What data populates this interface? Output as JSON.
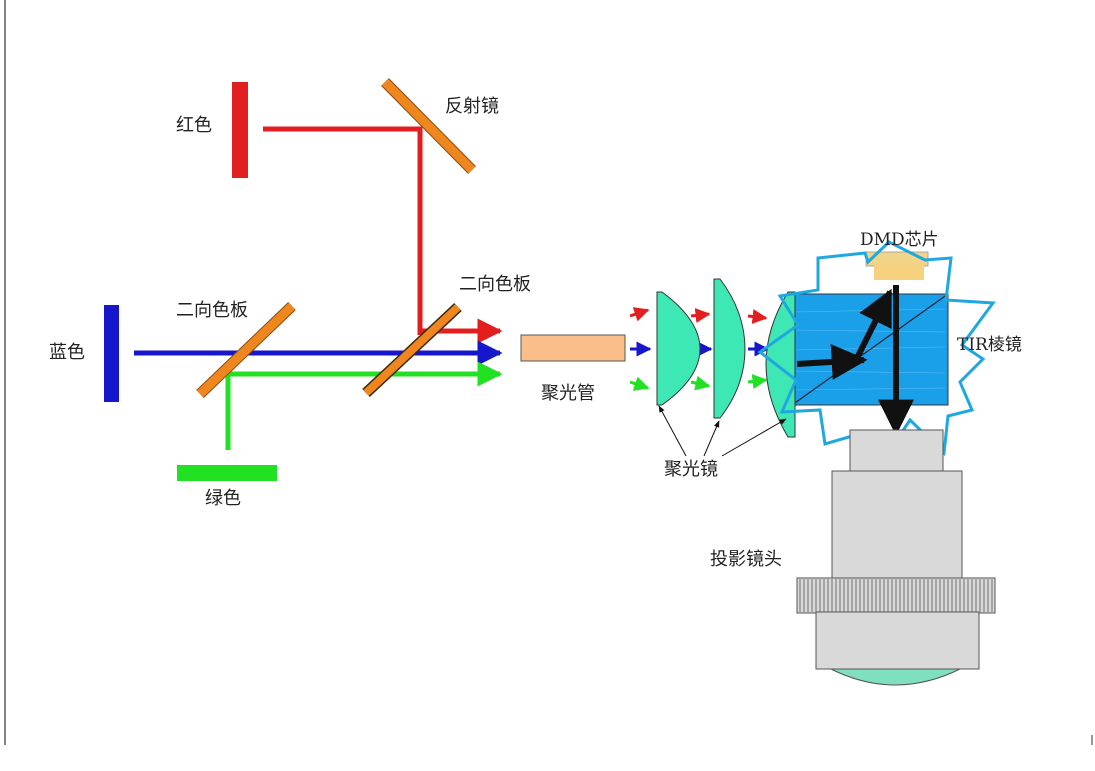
{
  "labels": {
    "red_source": "红色",
    "reflector": "反射镜",
    "blue_source": "蓝色",
    "dichroic_1": "二向色板",
    "dichroic_2": "二向色板",
    "green_source": "绿色",
    "light_tube": "聚光管",
    "condenser": "聚光镜",
    "dmd_chip": "DMD芯片",
    "tir_prism": "TIR棱镜",
    "projection_lens": "投影镜头"
  },
  "colors": {
    "red": "#e31e1e",
    "blue": "#1616cc",
    "green": "#22e022",
    "mirror_orange": "#f0861e",
    "tube_peach": "#f9be8a",
    "condenser_cyan": "#3ee8b4",
    "prism_blue": "#1aa0e8",
    "burst_outline": "#1fa8e0",
    "dmd_yellow": "#f7d27e",
    "lens_gray": "#d9d9d9",
    "lens_front_green": "#7fe0c0",
    "beam_black": "#111111"
  }
}
